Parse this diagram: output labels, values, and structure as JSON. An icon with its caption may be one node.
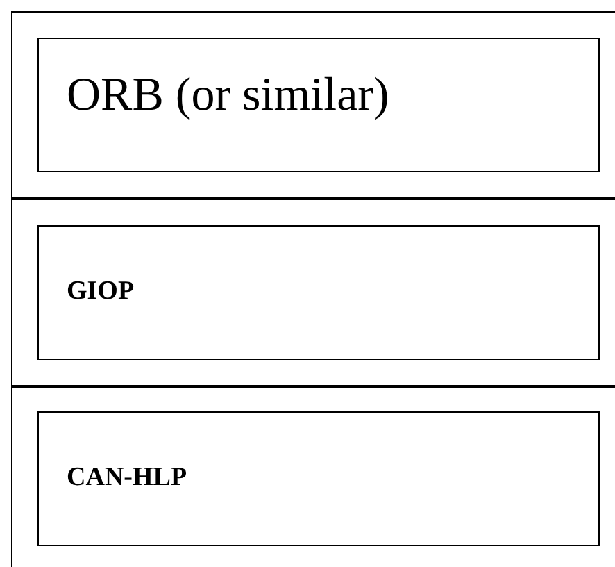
{
  "diagram": {
    "nodes": [
      {
        "text": [
          "ORB (or similar)"
        ]
      },
      {
        "text": [
          "GIOP"
        ]
      },
      {
        "text": [
          "CAN-HLP"
        ]
      }
    ]
  }
}
